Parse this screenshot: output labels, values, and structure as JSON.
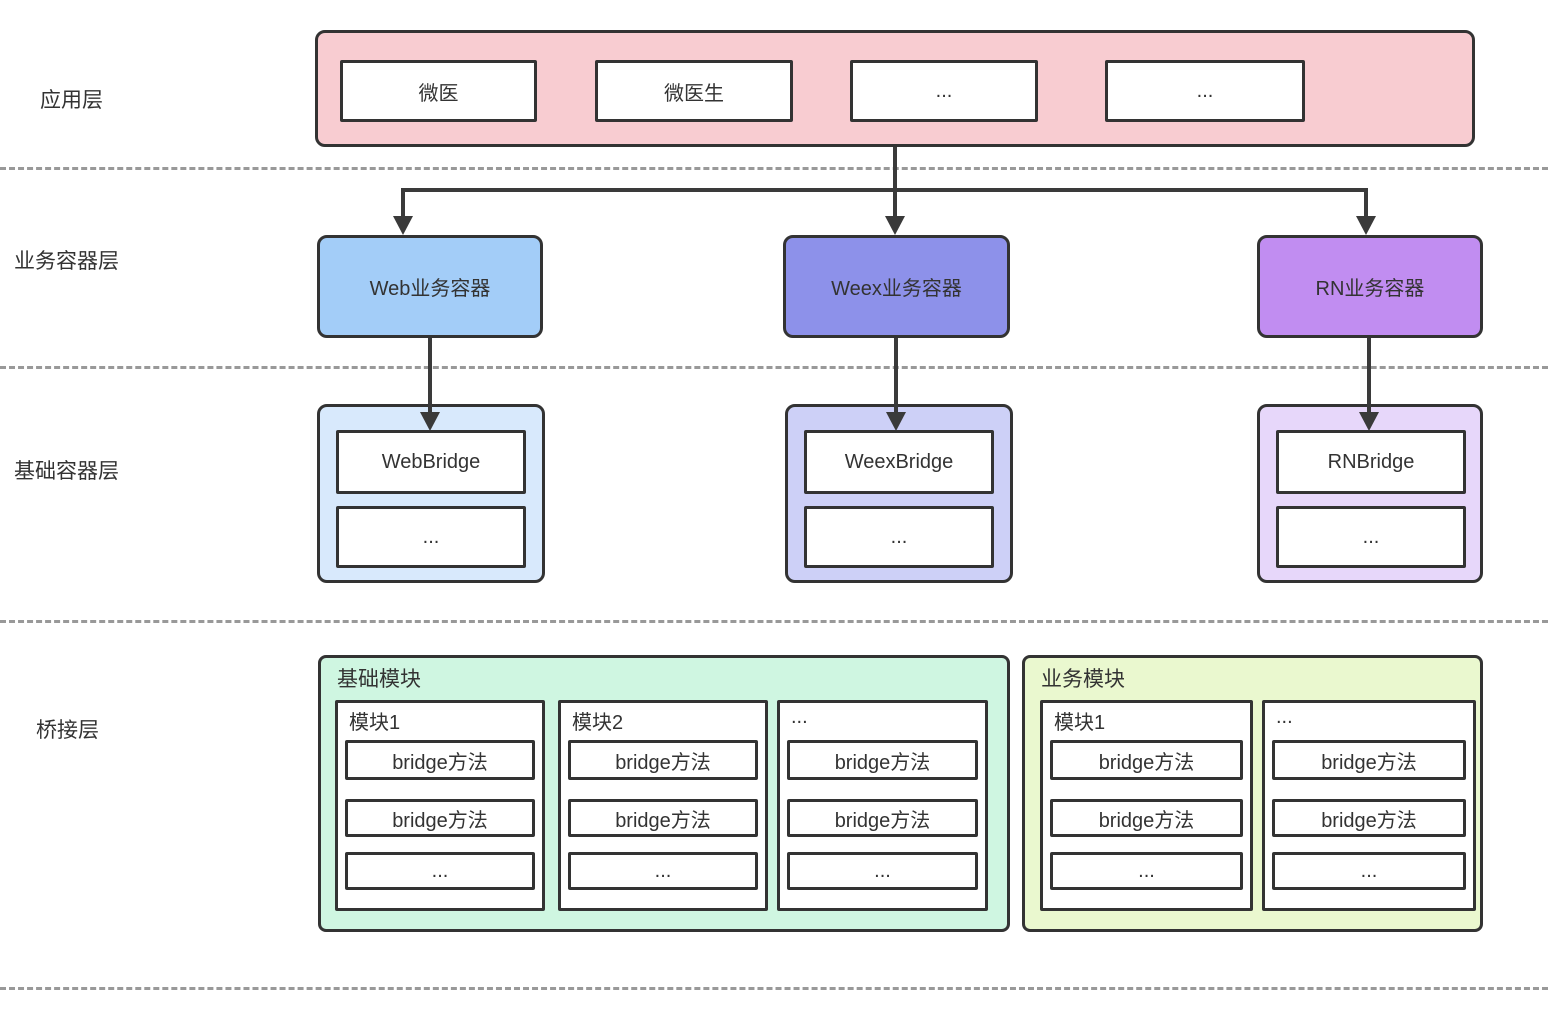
{
  "layer_labels": {
    "application": "应用层",
    "business_container": "业务容器层",
    "base_container": "基础容器层",
    "bridge": "桥接层"
  },
  "application_layer": {
    "apps": [
      "微医",
      "微医生",
      "...",
      "..."
    ]
  },
  "business_container_layer": {
    "containers": [
      "Web业务容器",
      "Weex业务容器",
      "RN业务容器"
    ]
  },
  "base_container_layer": {
    "containers": [
      {
        "bridge": "WebBridge",
        "more": "..."
      },
      {
        "bridge": "WeexBridge",
        "more": "..."
      },
      {
        "bridge": "RNBridge",
        "more": "..."
      }
    ]
  },
  "bridge_layer": {
    "groups": [
      {
        "title": "基础模块",
        "modules": [
          {
            "title": "模块1",
            "rows": [
              "bridge方法",
              "bridge方法",
              "..."
            ]
          },
          {
            "title": "模块2",
            "rows": [
              "bridge方法",
              "bridge方法",
              "..."
            ]
          },
          {
            "title": "...",
            "rows": [
              "bridge方法",
              "bridge方法",
              "..."
            ]
          }
        ]
      },
      {
        "title": "业务模块",
        "modules": [
          {
            "title": "模块1",
            "rows": [
              "bridge方法",
              "bridge方法",
              "..."
            ]
          },
          {
            "title": "...",
            "rows": [
              "bridge方法",
              "bridge方法",
              "..."
            ]
          }
        ]
      }
    ]
  },
  "colors": {
    "app_layer_fill": "#f8ccd1",
    "web_container_fill": "#a3cdf8",
    "weex_container_fill": "#8d91ea",
    "rn_container_fill": "#c18df1",
    "web_bridge_fill": "#d8e9fc",
    "weex_bridge_fill": "#cdd0f7",
    "rn_bridge_fill": "#e7d7fa",
    "base_module_fill": "#cff6e1",
    "business_module_fill": "#eaf8cf",
    "border": "#333333",
    "dashed_line": "#999999",
    "text": "#333333"
  }
}
